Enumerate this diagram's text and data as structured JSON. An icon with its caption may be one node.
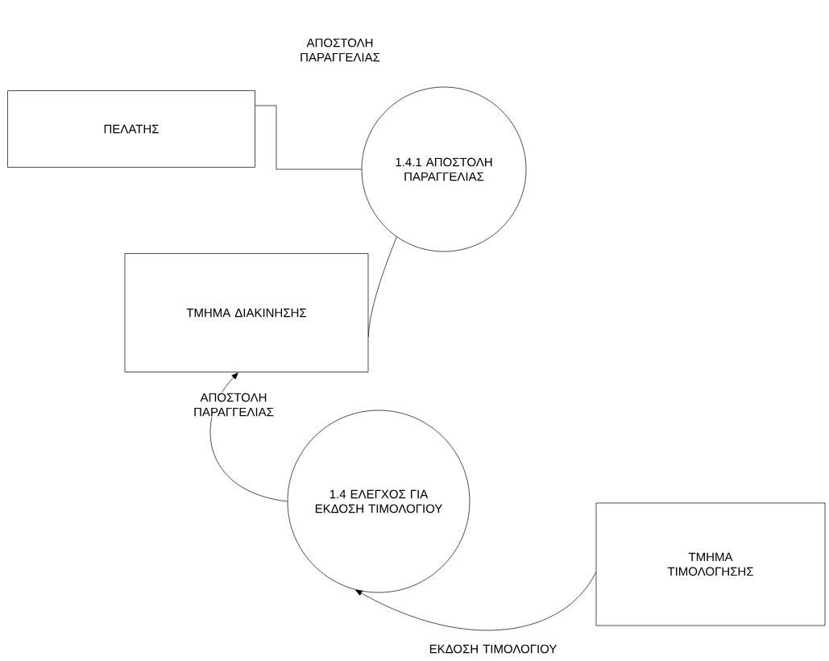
{
  "diagram": {
    "nodes": [
      {
        "text": [
          "ΠΕΛΑΤΗΣ"
        ]
      },
      {
        "text": [
          "1.4.1 ΑΠΟΣΤΟΛΗ ΠΑΡΑΓΓΕΛΙΑΣ"
        ]
      },
      {
        "text": [
          "ΤΜΗΜΑ ΔΙΑΚΙΝΗΣΗΣ"
        ]
      },
      {
        "text": [
          "1.4 ΕΛΕΓΧΟΣ ΓΙΑ ΕΚΔΟΣΗ ΤΙΜΟΛΟΓΙΟΥ"
        ]
      },
      {
        "text": [
          "ΤΜΗΜΑ ΤΙΜΟΛΟΓΗΣΗΣ"
        ]
      }
    ],
    "edges": [
      {
        "from": 0,
        "to": 1,
        "arrow": "none",
        "label": "ΑΠΟΣΤΟΛΗ ΠΑΡΑΓΓΕΛΙΑΣ"
      },
      {
        "from": 1,
        "to": 2,
        "arrow": "none"
      },
      {
        "from": 3,
        "to": 2,
        "arrow": "to",
        "label": "ΑΠΟΣΤΟΛΗ ΠΑΡΑΓΓΕΛΙΑΣ"
      },
      {
        "from": 4,
        "to": 3,
        "arrow": "to",
        "label": "ΕΚΔΟΣΗ ΤΙΜΟΛΟΓΙΟΥ"
      }
    ]
  }
}
